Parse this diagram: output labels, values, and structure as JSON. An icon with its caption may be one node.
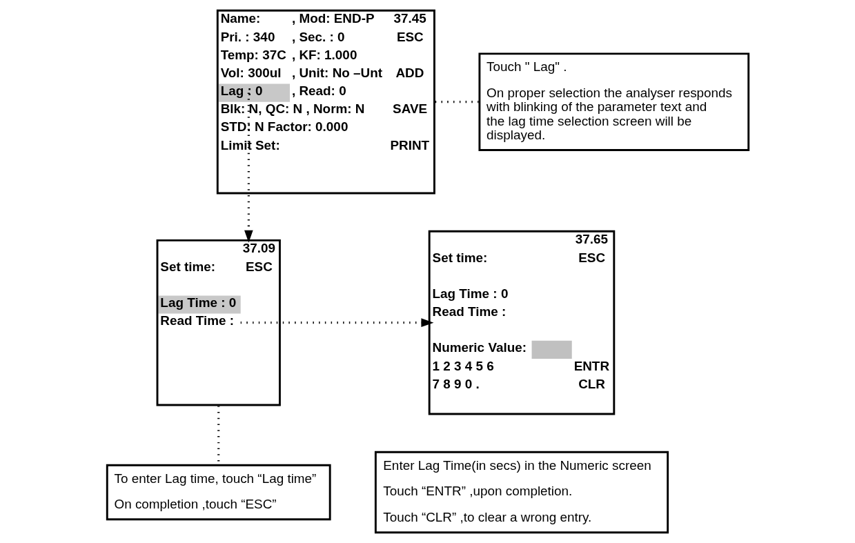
{
  "diagram": {
    "nodes": [
      {
        "text": [
          "Name:",
          ", Mod: END-P",
          "37.45",
          "Pri. : 340",
          ", Sec. : 0",
          "ESC",
          "Temp: 37C",
          ", KF: 1.000",
          "Vol: 300ul",
          ", Unit: No –Unt",
          "ADD",
          "Lag : 0",
          ", Read: 0",
          "Blk: N, QC: N , Norm: N",
          "SAVE",
          "STD: N Factor: 0.000",
          "Limit Set:",
          "PRINT"
        ]
      },
      {
        "text": [
          "Touch \" Lag\" .",
          "On proper selection the analyser responds with blinking of the parameter text and the lag time selection screen will be displayed."
        ]
      },
      {
        "text": [
          "37.09",
          "Set time:",
          "ESC",
          "Lag Time : 0",
          "Read Time :"
        ]
      },
      {
        "text": [
          "37.65",
          "Set time:",
          "ESC",
          "Lag Time : 0",
          "Read Time :",
          "Numeric Value:",
          "1 2 3 4 5 6",
          "ENTR",
          "7 8 9 0 .",
          "CLR"
        ]
      },
      {
        "text": [
          "To enter Lag time, touch “Lag time”",
          "On completion ,touch “ESC”"
        ]
      },
      {
        "text": [
          "Enter Lag Time(in secs) in the Numeric screen",
          "Touch “ENTR” ,upon completion.",
          "Touch “CLR” ,to clear a wrong entry."
        ]
      }
    ],
    "edges": [
      {
        "from": 0,
        "to": 2,
        "arrow": "to",
        "style": "dashed"
      },
      {
        "from": 0,
        "to": 1,
        "arrow": "none",
        "style": "dashed"
      },
      {
        "from": 2,
        "to": 3,
        "arrow": "to",
        "style": "dashed"
      },
      {
        "from": 2,
        "to": 4,
        "arrow": "none",
        "style": "dashed"
      }
    ]
  }
}
